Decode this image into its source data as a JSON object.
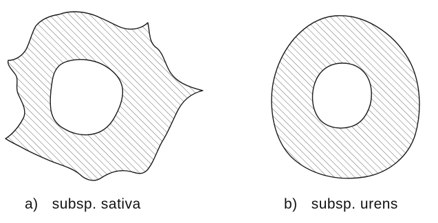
{
  "panels": [
    {
      "letter": "a)",
      "label": "subsp. sativa",
      "shape": "irregular star-shaped cross-section with central cavity",
      "fill": "diagonal hatching"
    },
    {
      "letter": "b)",
      "label": "subsp. urens",
      "shape": "rounded cross-section with central cavity",
      "fill": "diagonal hatching"
    }
  ],
  "colors": {
    "background": "#ffffff",
    "line": "#1a1a1a",
    "hatch": "#555555"
  }
}
